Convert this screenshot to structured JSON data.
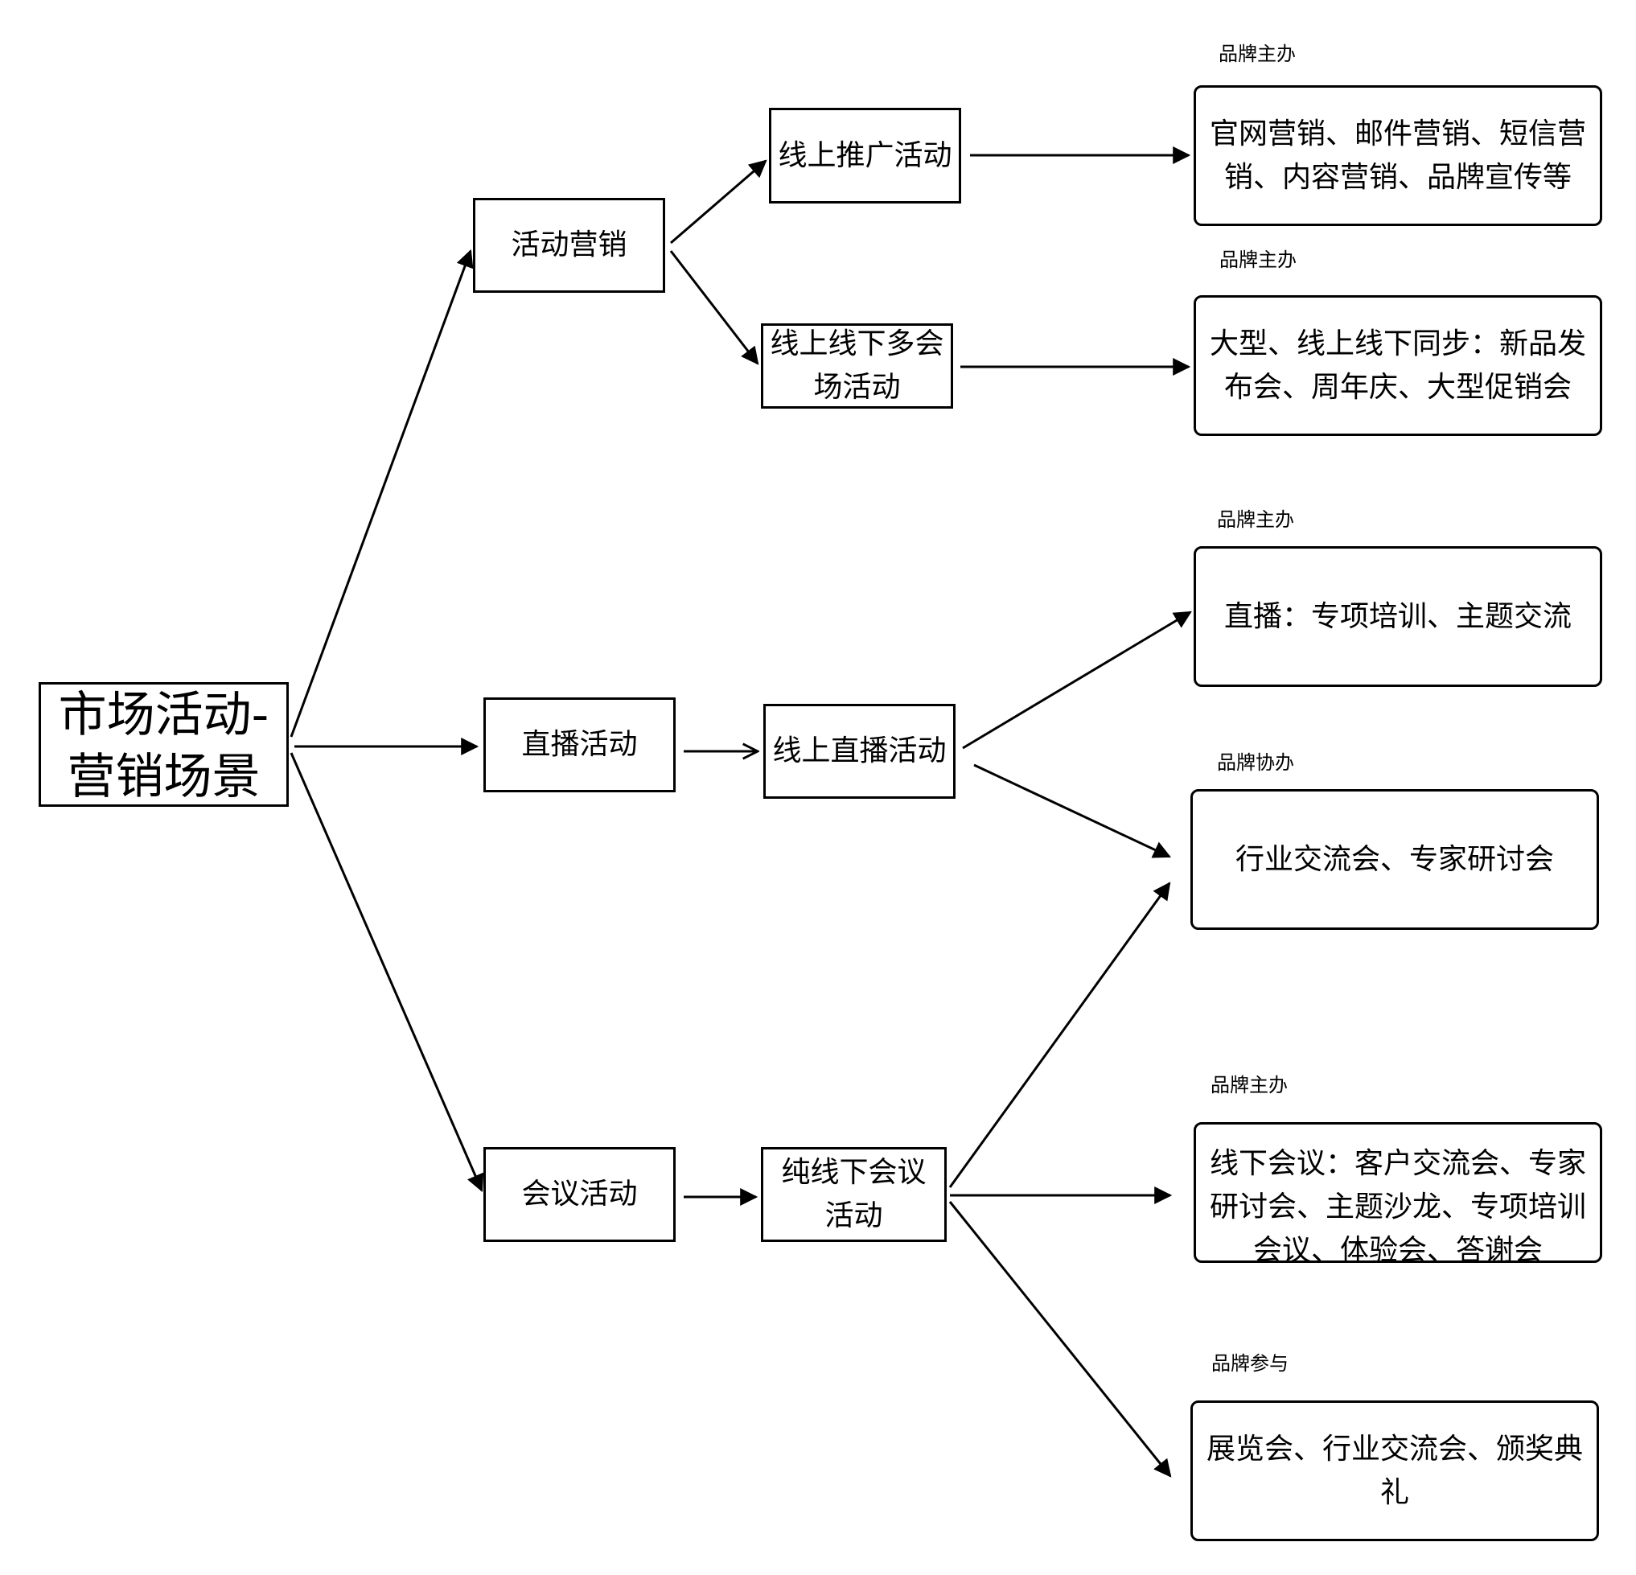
{
  "diagram": {
    "root": "市场活动-营销场景",
    "categories": {
      "activity_marketing": "活动营销",
      "live_streaming": "直播活动",
      "conference": "会议活动"
    },
    "channels": {
      "online_promotion": "线上推广活动",
      "online_offline_multi_venue": "线上线下多会场活动",
      "online_live": "线上直播活动",
      "offline_conference": "纯线下会议活动"
    },
    "outcomes": {
      "web_marketing": "官网营销、邮件营销、短信营销、内容营销、品牌宣传等",
      "large_sync_events": "大型、线上线下同步：新品发布会、周年庆、大型促销会",
      "live_training": "直播：专项培训、主题交流",
      "industry_exchange": "行业交流会、专家研讨会",
      "offline_meetings": "线下会议：客户交流会、专家研讨会、主题沙龙、专项培训会议、体验会、答谢会",
      "exhibitions": "展览会、行业交流会、颁奖典礼"
    },
    "roles": {
      "web_marketing": "品牌主办",
      "large_sync_events": "品牌主办",
      "live_training": "品牌主办",
      "industry_exchange": "品牌协办",
      "offline_meetings": "品牌主办",
      "exhibitions": "品牌参与"
    }
  }
}
